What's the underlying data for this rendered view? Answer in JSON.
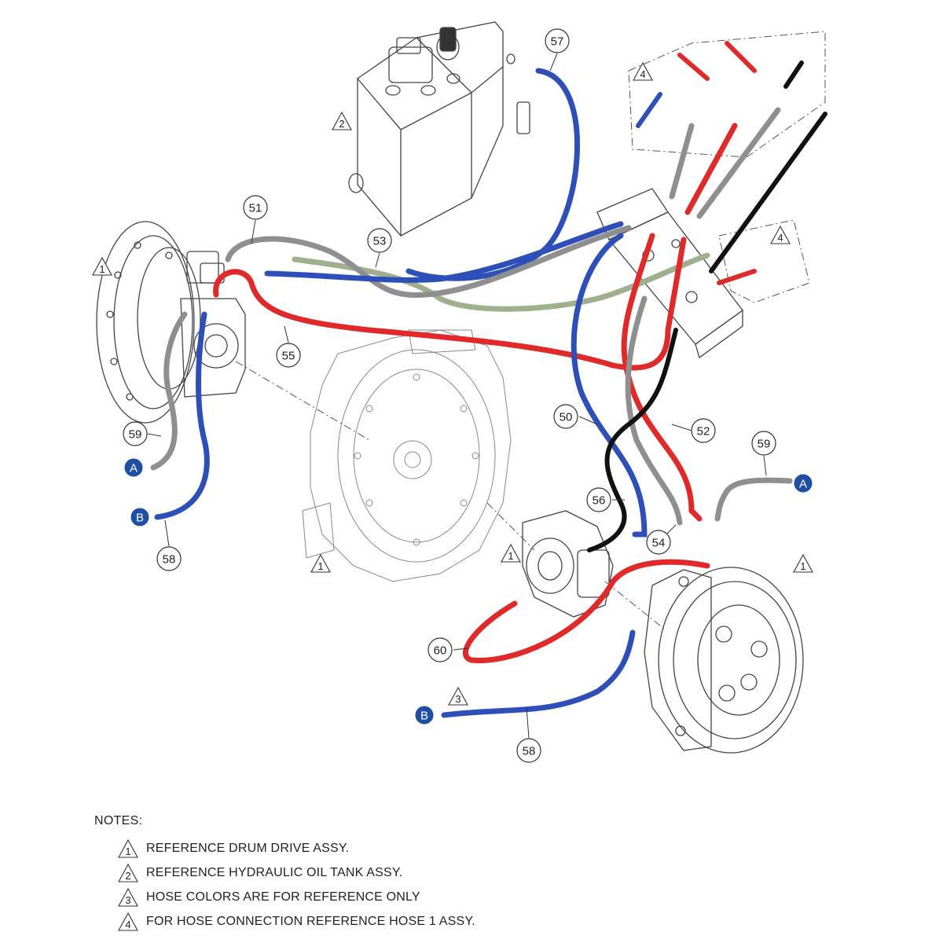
{
  "diagram": {
    "colors": {
      "red": "#e02929",
      "blue": "#2f4fb8",
      "gray": "#8f8f8f",
      "green": "#9fb08f",
      "black": "#111111",
      "connector_fill": "#1f4fa0"
    },
    "callouts": [
      "57",
      "51",
      "53",
      "55",
      "50",
      "52",
      "56",
      "54",
      "59",
      "59",
      "58",
      "58",
      "60"
    ],
    "connectors": [
      "A",
      "B",
      "A",
      "B"
    ],
    "note_refs": [
      "1",
      "2",
      "4",
      "4",
      "1",
      "1",
      "1",
      "3"
    ]
  },
  "notes": {
    "title": "NOTES:",
    "items": [
      {
        "num": "1",
        "text": "REFERENCE DRUM DRIVE ASSY."
      },
      {
        "num": "2",
        "text": "REFERENCE HYDRAULIC OIL TANK ASSY."
      },
      {
        "num": "3",
        "text": "HOSE COLORS ARE FOR REFERENCE ONLY"
      },
      {
        "num": "4",
        "text": "FOR HOSE CONNECTION REFERENCE HOSE 1 ASSY."
      }
    ]
  }
}
